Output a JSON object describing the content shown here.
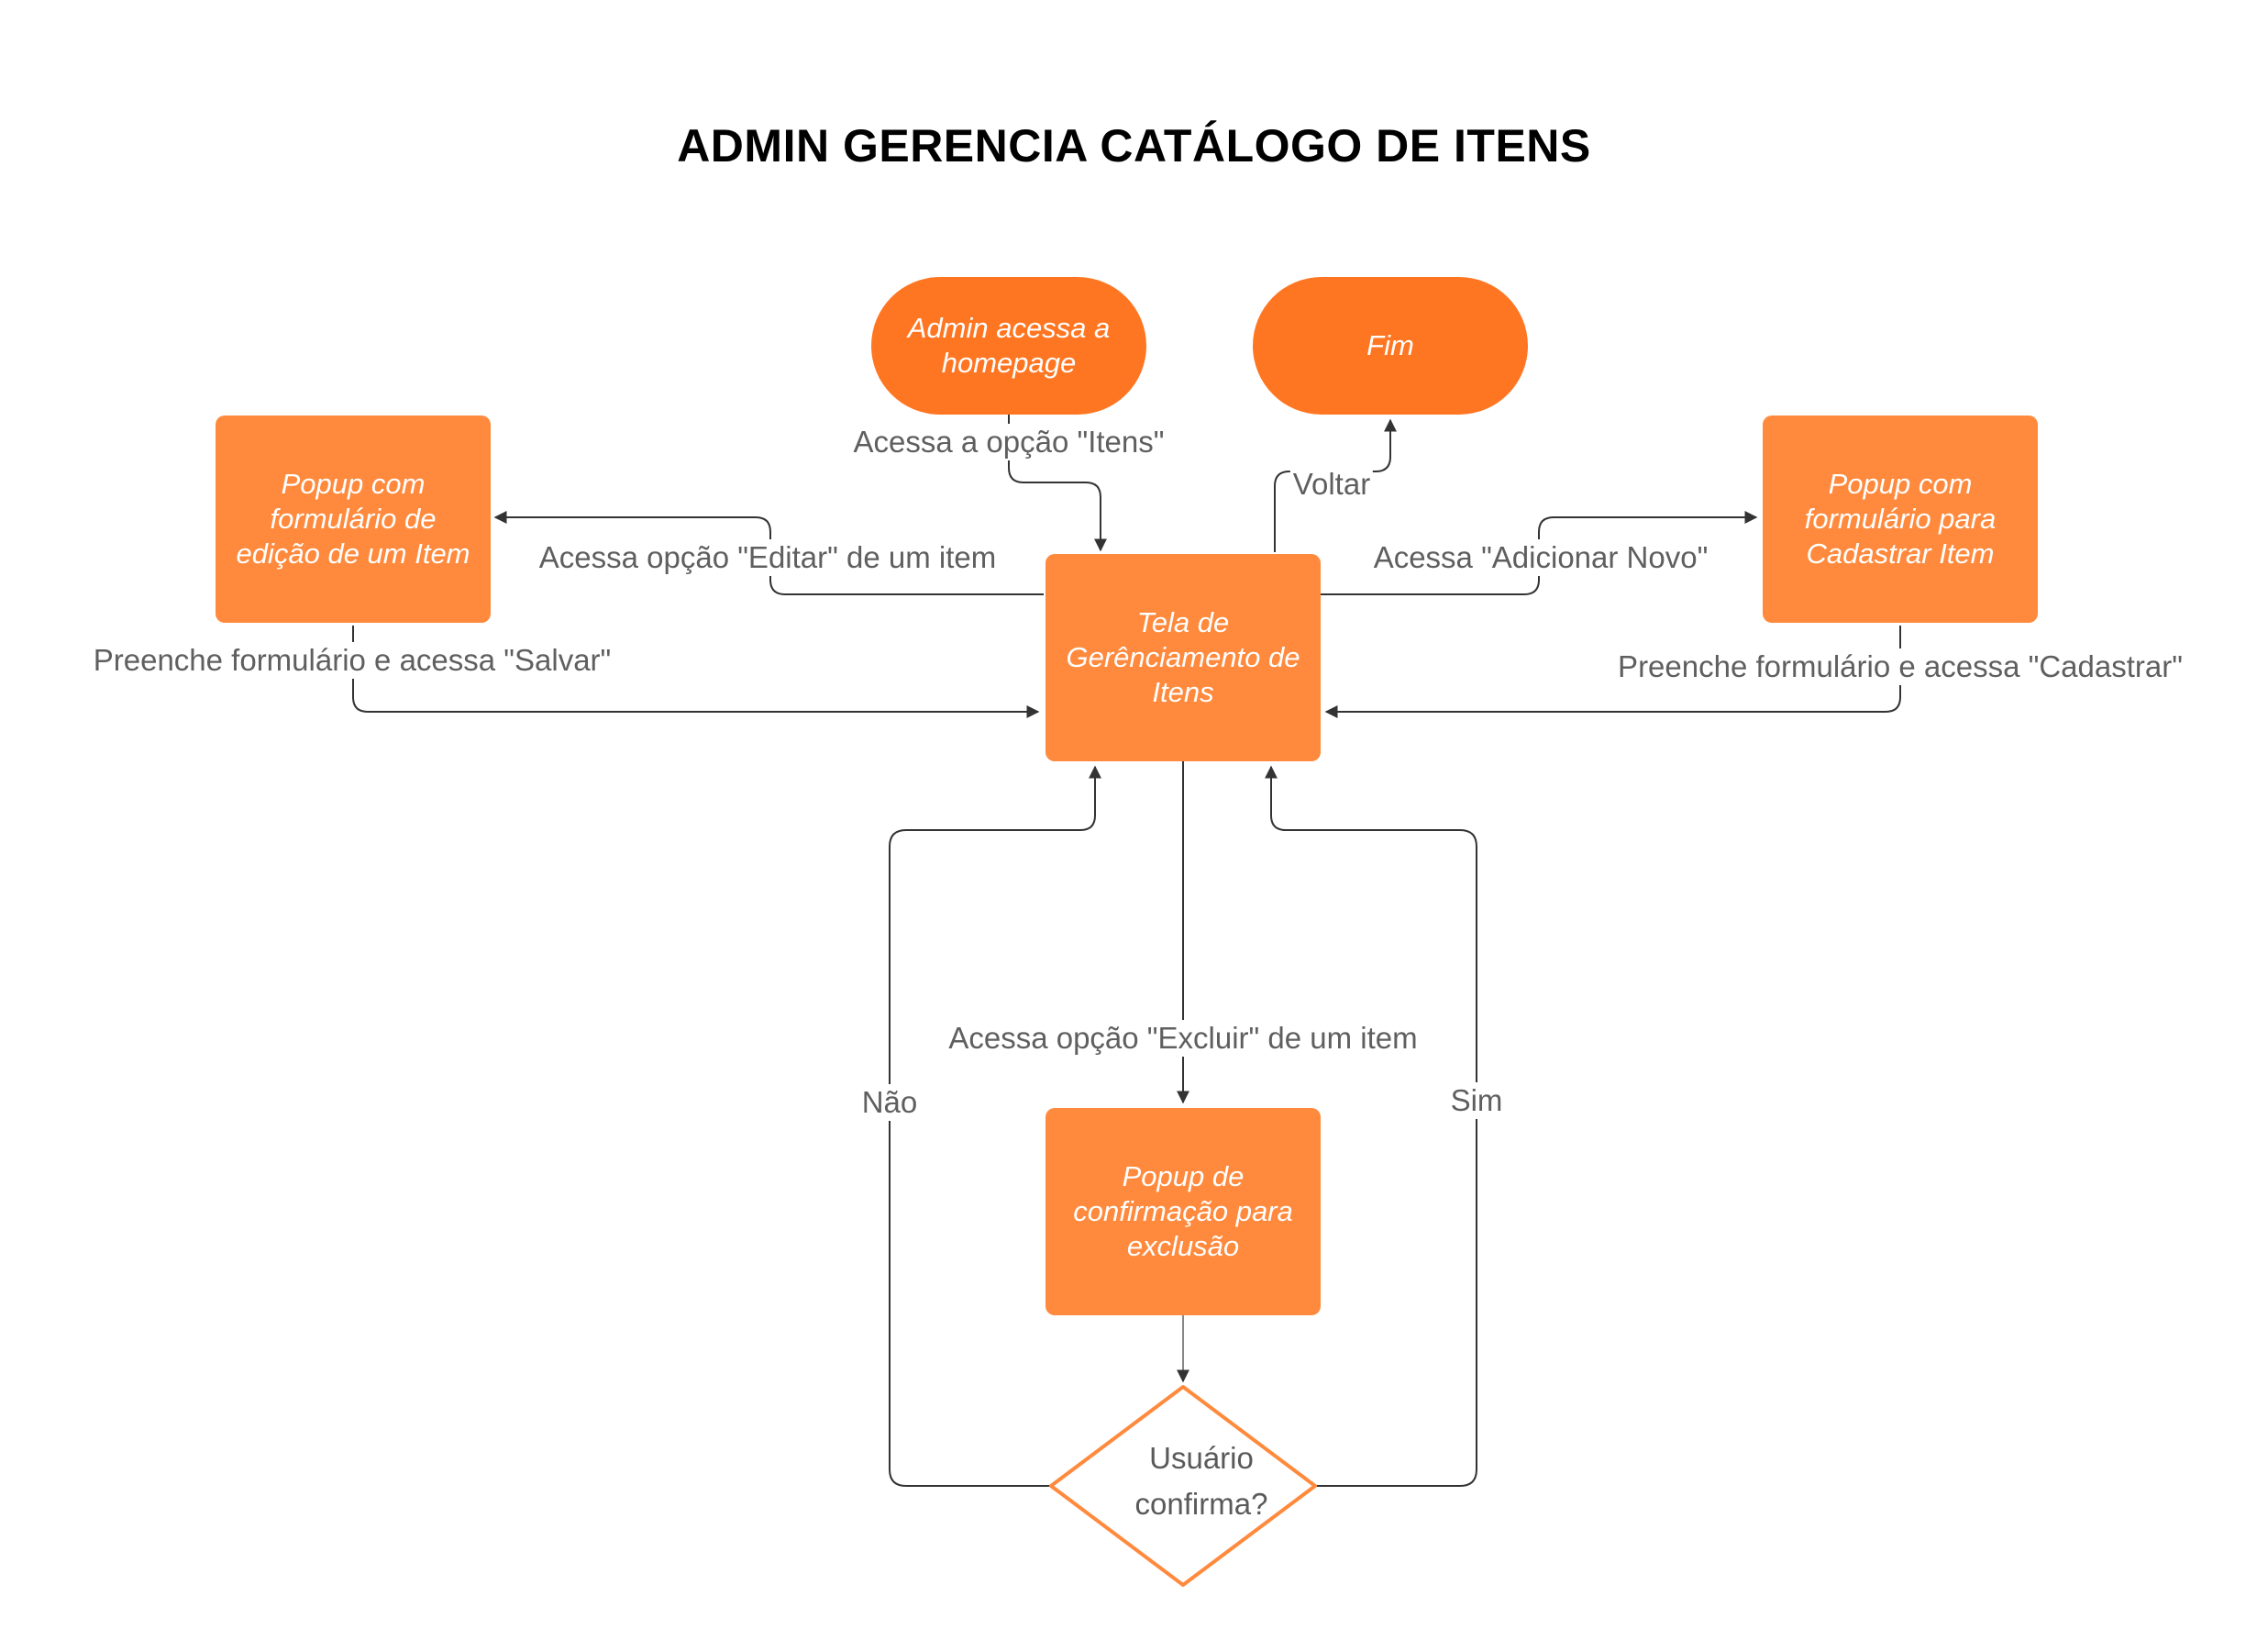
{
  "title": "ADMIN GERENCIA CATÁLOGO DE ITENS",
  "nodes": {
    "start": "Admin acessa a homepage",
    "end": "Fim",
    "manage_screen": "Tela de Gerênciamento de Itens",
    "edit_popup": "Popup com formulário de edição de um Item",
    "add_popup": "Popup com formulário para Cadastrar Item",
    "confirm_popup": "Popup de confirmação para exclusão",
    "decision": "Usuário confirma?"
  },
  "edges": {
    "access_items": "Acessa a opção \"Itens\"",
    "back": "Voltar",
    "edit_option": "Acessa opção \"Editar\" de um item",
    "add_new": "Acessa \"Adicionar Novo\"",
    "save_form": "Preenche formulário e acessa \"Salvar\"",
    "register_form": "Preenche formulário e acessa \"Cadastrar\"",
    "delete_option": "Acessa opção \"Excluir\" de um item",
    "no": "Não",
    "yes": "Sim"
  },
  "colors": {
    "node_fill": "#ff8a3d",
    "terminal_fill": "#ff7622",
    "decision_stroke": "#ff8a3d",
    "connector": "#333333",
    "label_text": "#5f5f5f"
  }
}
